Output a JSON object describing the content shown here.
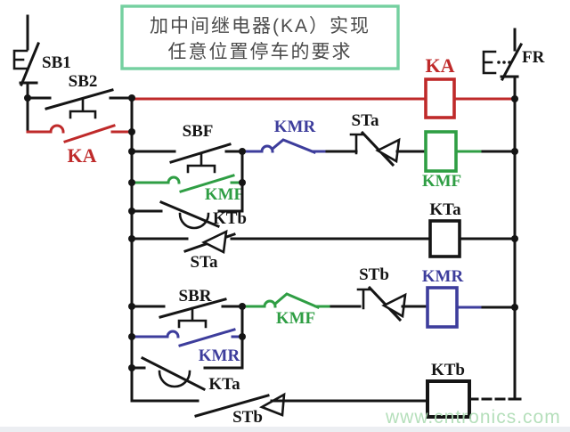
{
  "title": {
    "line1": "加中间继电器(KA）实现",
    "line2": "任意位置停车的要求"
  },
  "watermark": "www.cntronics.com",
  "colors": {
    "wire_black": "#151515",
    "relay_red": "#bf2a2a",
    "contactor_green": "#2f9e44",
    "contactor_blue": "#3d3d9c",
    "title_border_green": "#74d0a0",
    "title_text_gray": "#4a4a4a",
    "watermark_green": "#aedcb4"
  },
  "labels": {
    "sb1": "SB1",
    "sb2": "SB2",
    "ka_contact": "KA",
    "ka_coil": "KA",
    "fr": "FR",
    "sbf": "SBF",
    "kmr_nc": "KMR",
    "sta_nc": "STa",
    "kmf_coil": "KMF",
    "kmf_no": "KMF",
    "ktb_nc": "KTb",
    "sta_no": "STa",
    "kta_coil": "KTa",
    "sbr": "SBR",
    "kmf_nc": "KMF",
    "stb_nc": "STb",
    "kmr_coil": "KMR",
    "kmr_no": "KMR",
    "kta_nc": "KTa",
    "stb_no": "STb",
    "ktb_coil": "KTb"
  }
}
